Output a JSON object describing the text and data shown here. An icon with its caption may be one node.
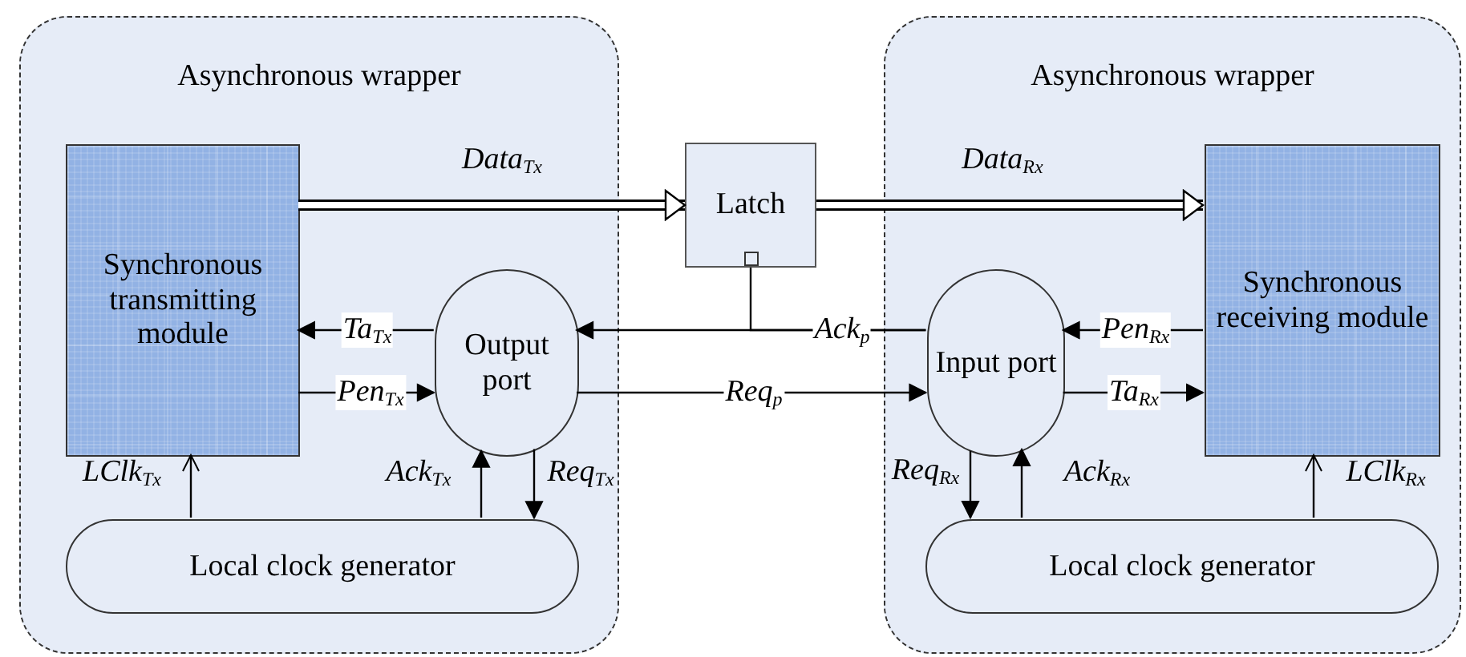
{
  "diagram": {
    "nodes": [
      {
        "text": [
          "Asynchronous wrapper"
        ]
      },
      {
        "text": [
          "Synchronous transmitting module"
        ],
        "in": 0
      },
      {
        "text": [
          "Output port"
        ],
        "in": 0
      },
      {
        "text": [
          "Local clock generator"
        ],
        "in": 0
      },
      {
        "text": [
          "Latch"
        ]
      },
      {
        "text": [
          "Asynchronous wrapper"
        ]
      },
      {
        "text": [
          "Input port"
        ],
        "in": 5
      },
      {
        "text": [
          "Synchronous receiving module"
        ],
        "in": 5
      },
      {
        "text": [
          "Local clock generator"
        ],
        "in": 5
      }
    ],
    "edges": [
      {
        "from": 1,
        "to": 4,
        "arrow": "to",
        "label": "Data$_{Tx}$",
        "style": "thick"
      },
      {
        "from": 4,
        "to": 7,
        "arrow": "to",
        "label": "Data$_{Rx}$",
        "style": "thick"
      },
      {
        "from": 2,
        "to": 1,
        "arrow": "to",
        "label": "Ta$_{Tx}$"
      },
      {
        "from": 1,
        "to": 2,
        "arrow": "to",
        "label": "Pen$_{Tx}$"
      },
      {
        "from": 6,
        "to": 2,
        "arrow": "to",
        "label": "Ack$_{p}$"
      },
      {
        "from": 2,
        "to": 6,
        "arrow": "to",
        "label": "Req$_{p}$"
      },
      {
        "from": 6,
        "to": 7,
        "arrow": "to",
        "label": "Ta$_{Rx}$"
      },
      {
        "from": 7,
        "to": 6,
        "arrow": "to",
        "label": "Pen$_{Rx}$"
      },
      {
        "from": 3,
        "to": 1,
        "arrow": "to",
        "label": "LClk$_{Tx}$"
      },
      {
        "from": 3,
        "to": 2,
        "arrow": "to",
        "label": "Ack$_{Tx}$"
      },
      {
        "from": 2,
        "to": 3,
        "arrow": "to",
        "label": "Req$_{Tx}$"
      },
      {
        "from": 6,
        "to": 8,
        "arrow": "to",
        "label": "Req$_{Rx}$"
      },
      {
        "from": 8,
        "to": 6,
        "arrow": "to",
        "label": "Ack$_{Rx}$"
      },
      {
        "from": 8,
        "to": 7,
        "arrow": "to",
        "label": "LClk$_{Rx}$"
      },
      {
        "from": 6,
        "to": 4,
        "arrow": "none"
      }
    ]
  }
}
